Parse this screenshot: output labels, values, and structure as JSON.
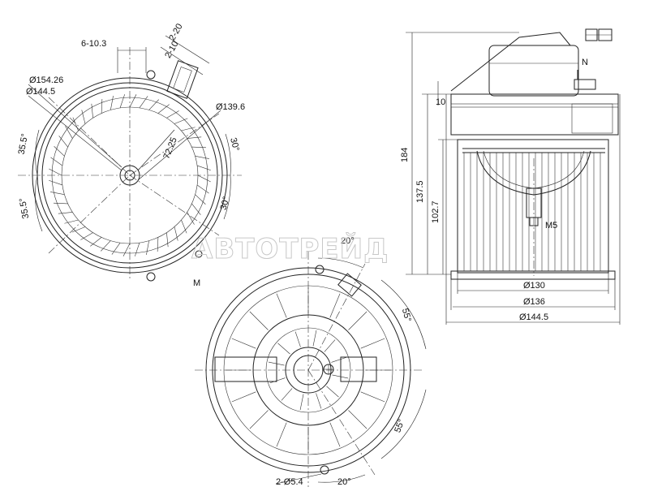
{
  "front_view": {
    "dims": {
      "pitch": "6-10.3",
      "slot_a": "2-20",
      "slot_b": "2-10",
      "outer_diameter": "Ø154.26",
      "rim_diameter": "Ø144.5",
      "inner_diameter": "Ø139.6",
      "radius": "72.25",
      "angle_upper_left": "35.5°",
      "angle_lower_left": "35.5°",
      "angle_upper_right": "30°",
      "angle_lower_right": "30°",
      "marker": "M"
    }
  },
  "side_view": {
    "dims": {
      "total_height": "184",
      "upper_height": "137.5",
      "lower_height": "102.7",
      "flange": "10",
      "thread": "M5",
      "dia_small": "Ø130",
      "dia_mid": "Ø136",
      "dia_large": "Ø144.5",
      "marker": "N"
    }
  },
  "bottom_view": {
    "dims": {
      "angle_top": "20°",
      "angle_right_top": "55°",
      "angle_right_bottom": "55°",
      "angle_bottom": "20°",
      "holes": "2-Ø5.4"
    }
  },
  "watermark": "АВТОТРЕЙД"
}
